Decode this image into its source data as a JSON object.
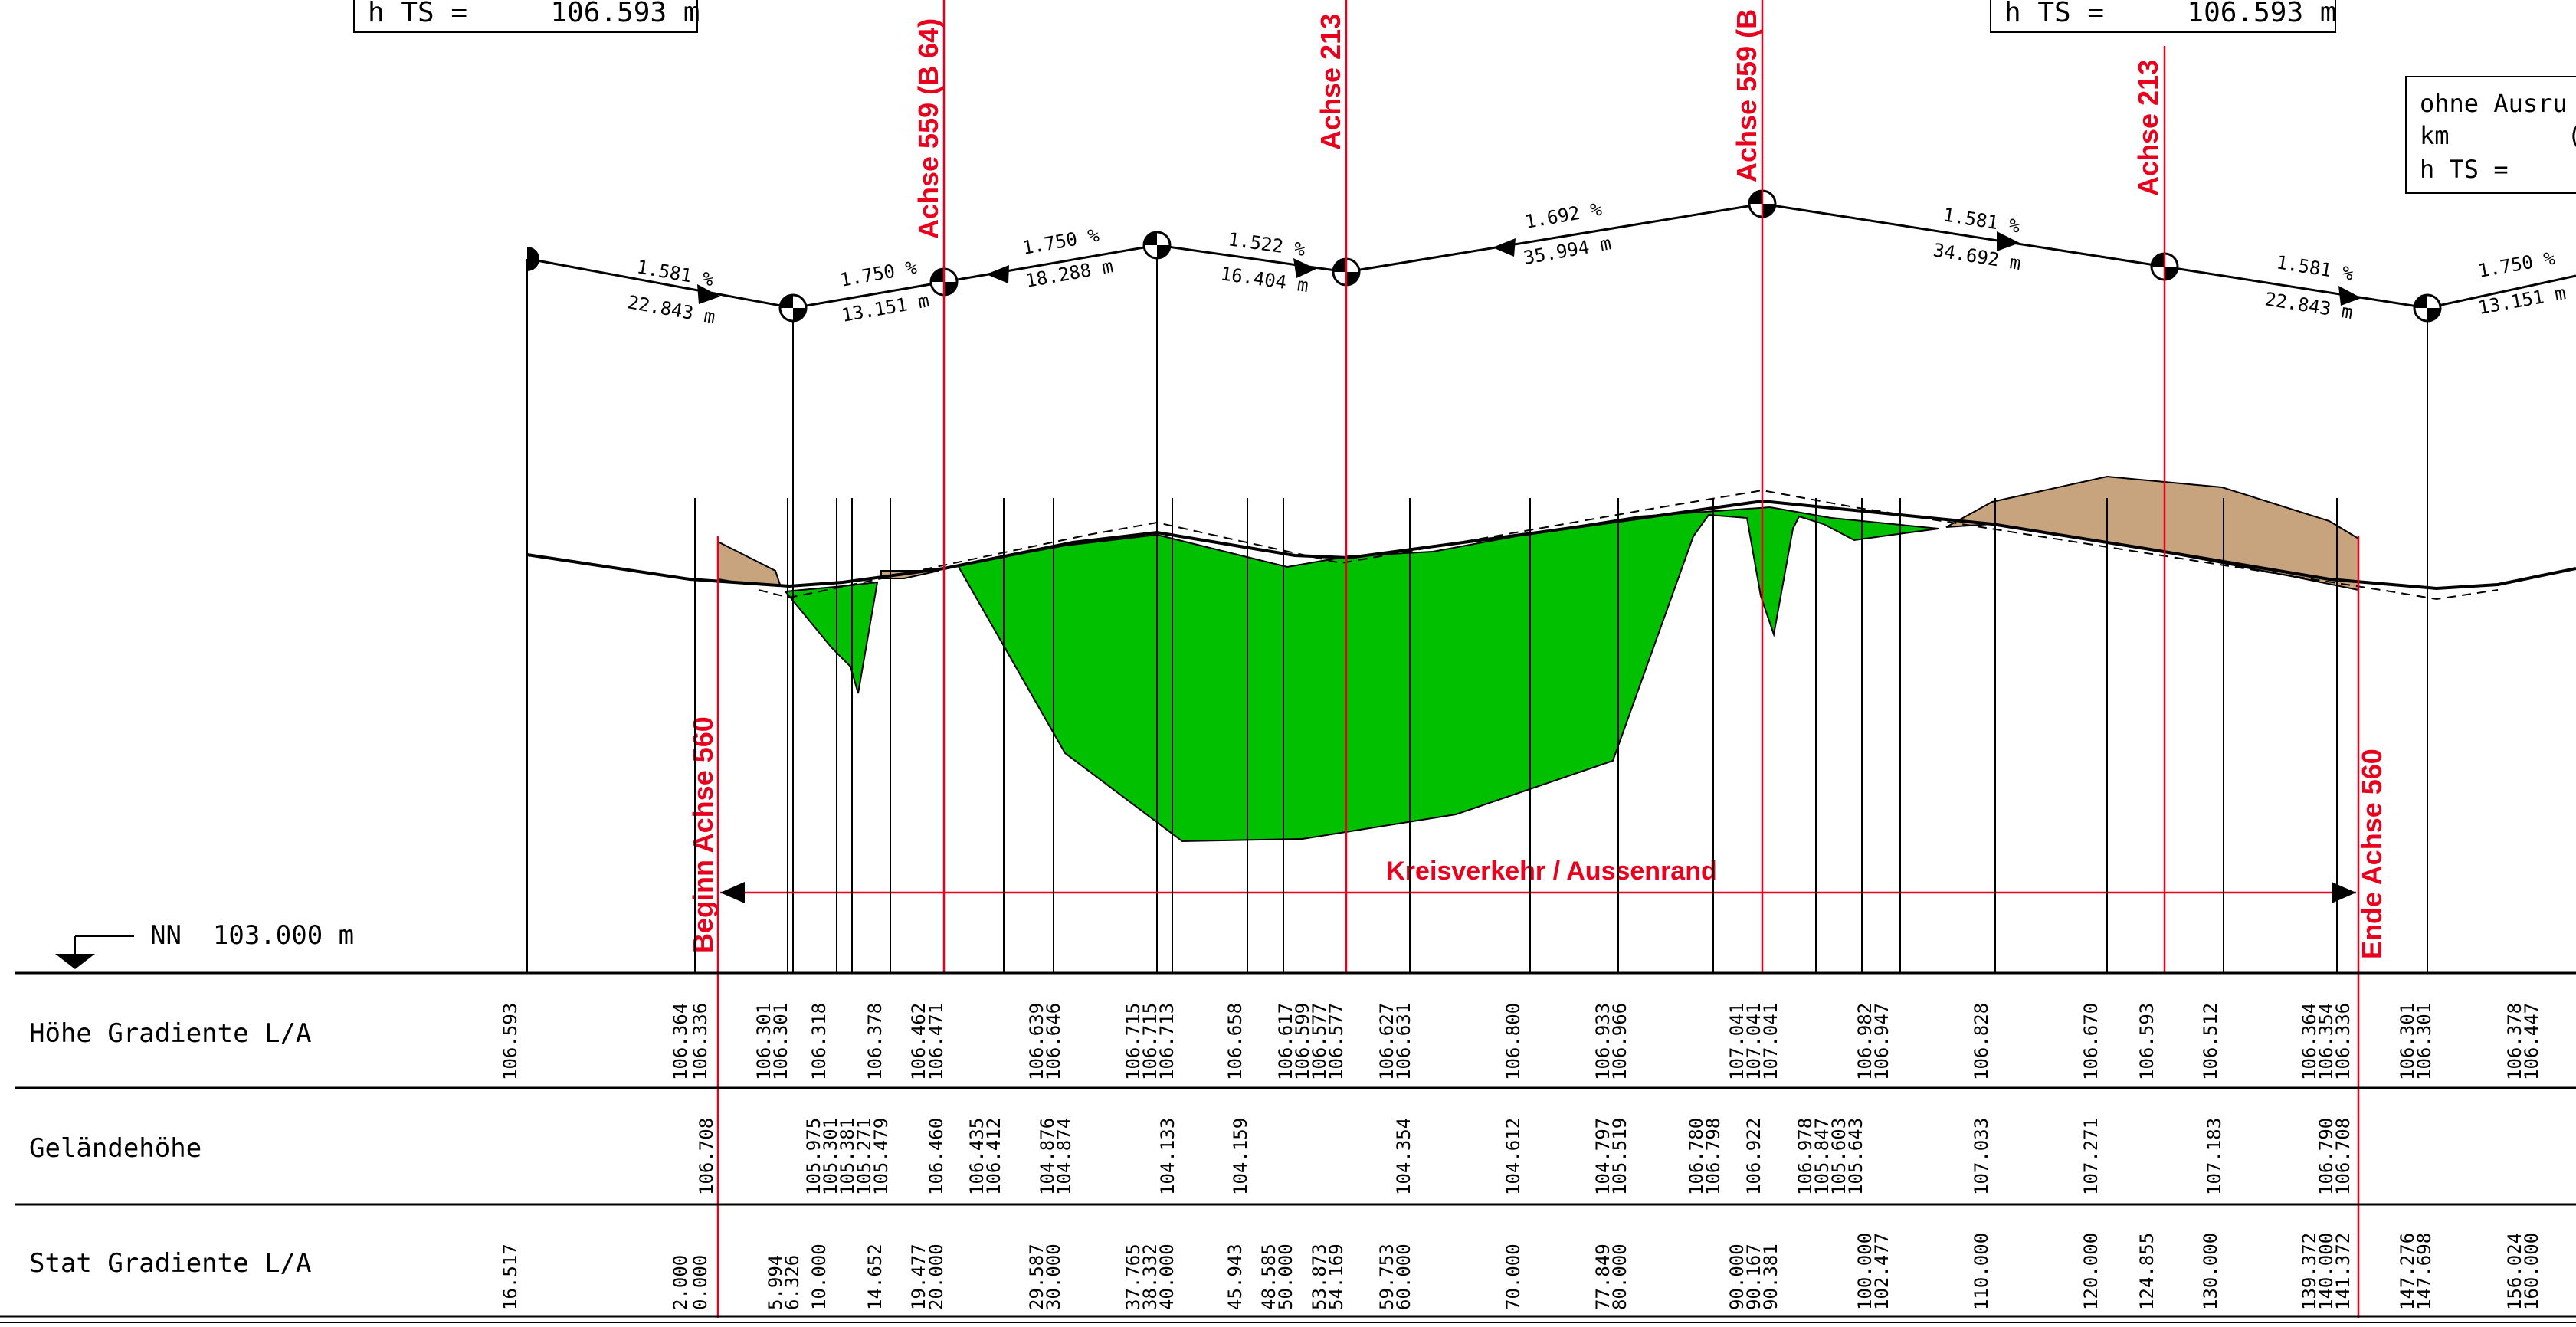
{
  "title_boxes": [
    {
      "text": "h TS =     106.593 m"
    },
    {
      "text": "h TS =     106.593 m"
    }
  ],
  "info_box": {
    "line1": "ohne Ausru",
    "line2": "km        (",
    "line3": "h TS ="
  },
  "axis_labels": {
    "a1": "Achse 559 (B 64)",
    "a2": "Achse 213",
    "a3": "Achse 559 (B",
    "a4": "Achse 213"
  },
  "begin_label": "Beginn Achse 560",
  "end_label": "Ende Achse 560",
  "dimension_label": "Kreisverkehr / Aussenrand",
  "nn_label": "NN  103.000 m",
  "slopes": [
    {
      "pct": "1.581 %",
      "len": "22.843 m"
    },
    {
      "pct": "1.750 %",
      "len": "13.151 m"
    },
    {
      "pct": "1.750 %",
      "len": "18.288 m"
    },
    {
      "pct": "1.522 %",
      "len": "16.404 m"
    },
    {
      "pct": "1.692 %",
      "len": "35.994 m"
    },
    {
      "pct": "1.581 %",
      "len": "34.692 m"
    },
    {
      "pct": "1.581 %",
      "len": "22.843 m"
    },
    {
      "pct": "1.750 %",
      "len": "13.151 m"
    }
  ],
  "band_labels": {
    "row1": "Höhe Gradiente L/A",
    "row2": "Geländehöhe",
    "row3": "Stat Gradiente L/A"
  },
  "band_values": {
    "row1": [
      "106.593",
      "106.364",
      "106.336",
      "106.301",
      "106.301",
      "106.318",
      "106.378",
      "106.462",
      "106.471",
      "106.639",
      "106.646",
      "106.715",
      "106.715",
      "106.713",
      "106.658",
      "106.617",
      "106.599",
      "106.577",
      "106.577",
      "106.627",
      "106.631",
      "106.800",
      "106.933",
      "106.966",
      "107.041",
      "107.041",
      "107.041",
      "106.982",
      "106.947",
      "106.828",
      "106.670",
      "106.593",
      "106.512",
      "106.364",
      "106.354",
      "106.336",
      "106.301",
      "106.301",
      "106.378",
      "106.447"
    ],
    "row2": [
      "106.708",
      "105.975",
      "105.301",
      "105.381",
      "105.271",
      "105.479",
      "106.460",
      "106.435",
      "106.412",
      "104.876",
      "104.874",
      "104.133",
      "104.159",
      "104.354",
      "104.612",
      "104.797",
      "105.519",
      "106.780",
      "106.798",
      "106.922",
      "106.978",
      "105.847",
      "105.603",
      "105.643",
      "107.033",
      "107.271",
      "107.183",
      "106.790",
      "106.708"
    ],
    "row3": [
      "16.517",
      "2.000",
      "0.000",
      "5.994",
      "6.326",
      "10.000",
      "14.652",
      "19.477",
      "20.000",
      "29.587",
      "30.000",
      "37.765",
      "38.332",
      "40.000",
      "45.943",
      "48.585",
      "50.000",
      "53.873",
      "54.169",
      "59.753",
      "60.000",
      "70.000",
      "77.849",
      "80.000",
      "90.000",
      "90.167",
      "90.381",
      "100.000",
      "102.477",
      "110.000",
      "120.000",
      "124.855",
      "130.000",
      "139.372",
      "140.000",
      "141.372",
      "147.276",
      "147.698",
      "156.024",
      "160.000"
    ]
  }
}
